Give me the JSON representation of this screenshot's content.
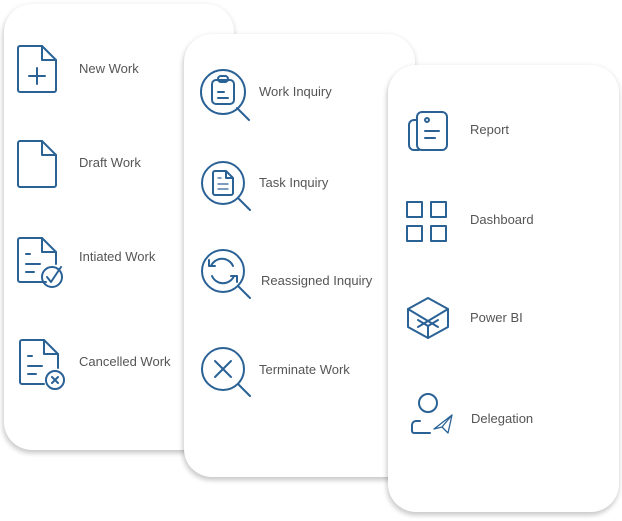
{
  "colors": {
    "icon": "#2a6296",
    "text": "#555555"
  },
  "work_card": {
    "items": [
      {
        "label": "New Work",
        "icon": "file-plus-icon"
      },
      {
        "label": "Draft Work",
        "icon": "file-icon"
      },
      {
        "label": "Intiated Work",
        "icon": "file-check-icon"
      },
      {
        "label": "Cancelled Work",
        "icon": "file-cancel-icon"
      }
    ]
  },
  "inquiry_card": {
    "items": [
      {
        "label": "Work Inquiry",
        "icon": "clipboard-search-icon"
      },
      {
        "label": "Task Inquiry",
        "icon": "document-search-icon"
      },
      {
        "label": "Reassigned Inquiry",
        "icon": "refresh-search-icon"
      },
      {
        "label": "Terminate Work",
        "icon": "x-search-icon"
      }
    ]
  },
  "reports_card": {
    "items": [
      {
        "label": "Report",
        "icon": "report-icon"
      },
      {
        "label": "Dashboard",
        "icon": "dashboard-grid-icon"
      },
      {
        "label": "Power BI",
        "icon": "cube-icon"
      },
      {
        "label": "Delegation",
        "icon": "user-send-icon"
      }
    ]
  }
}
